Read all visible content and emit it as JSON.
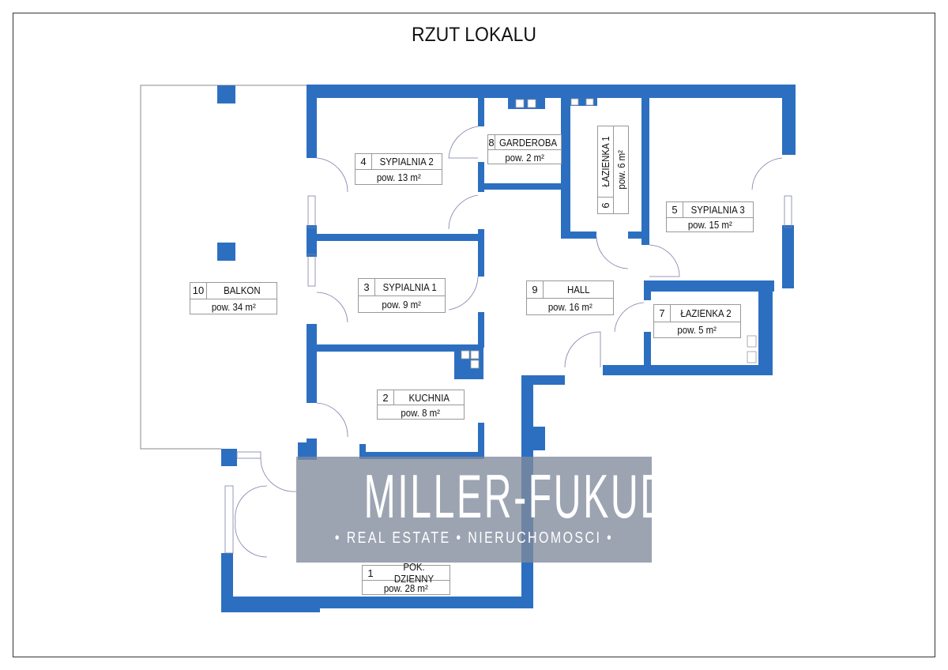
{
  "title": "RZUT LOKALU",
  "colors": {
    "wall": "#2c6fc1",
    "watermark": "#808a9c"
  },
  "rooms": [
    {
      "num": "1",
      "name": "POK. DZIENNY",
      "area": "pow. 28 m²"
    },
    {
      "num": "2",
      "name": "KUCHNIA",
      "area": "pow. 8 m²"
    },
    {
      "num": "3",
      "name": "SYPIALNIA 1",
      "area": "pow. 9 m²"
    },
    {
      "num": "4",
      "name": "SYPIALNIA 2",
      "area": "pow. 13 m²"
    },
    {
      "num": "5",
      "name": "SYPIALNIA 3",
      "area": "pow. 15 m²"
    },
    {
      "num": "6",
      "name": "ŁAZIENKA 1",
      "area": "pow. 6 m²"
    },
    {
      "num": "7",
      "name": "ŁAZIENKA 2",
      "area": "pow. 5 m²"
    },
    {
      "num": "8",
      "name": "GARDEROBA",
      "area": "pow. 2 m²"
    },
    {
      "num": "9",
      "name": "HALL",
      "area": "pow. 16 m²"
    },
    {
      "num": "10",
      "name": "BALKON",
      "area": "pow. 34 m²"
    }
  ],
  "watermark": {
    "brand": "MILLER-FUKUDA",
    "tagline": "• REAL ESTATE • NIERUCHOMOSCI •"
  }
}
